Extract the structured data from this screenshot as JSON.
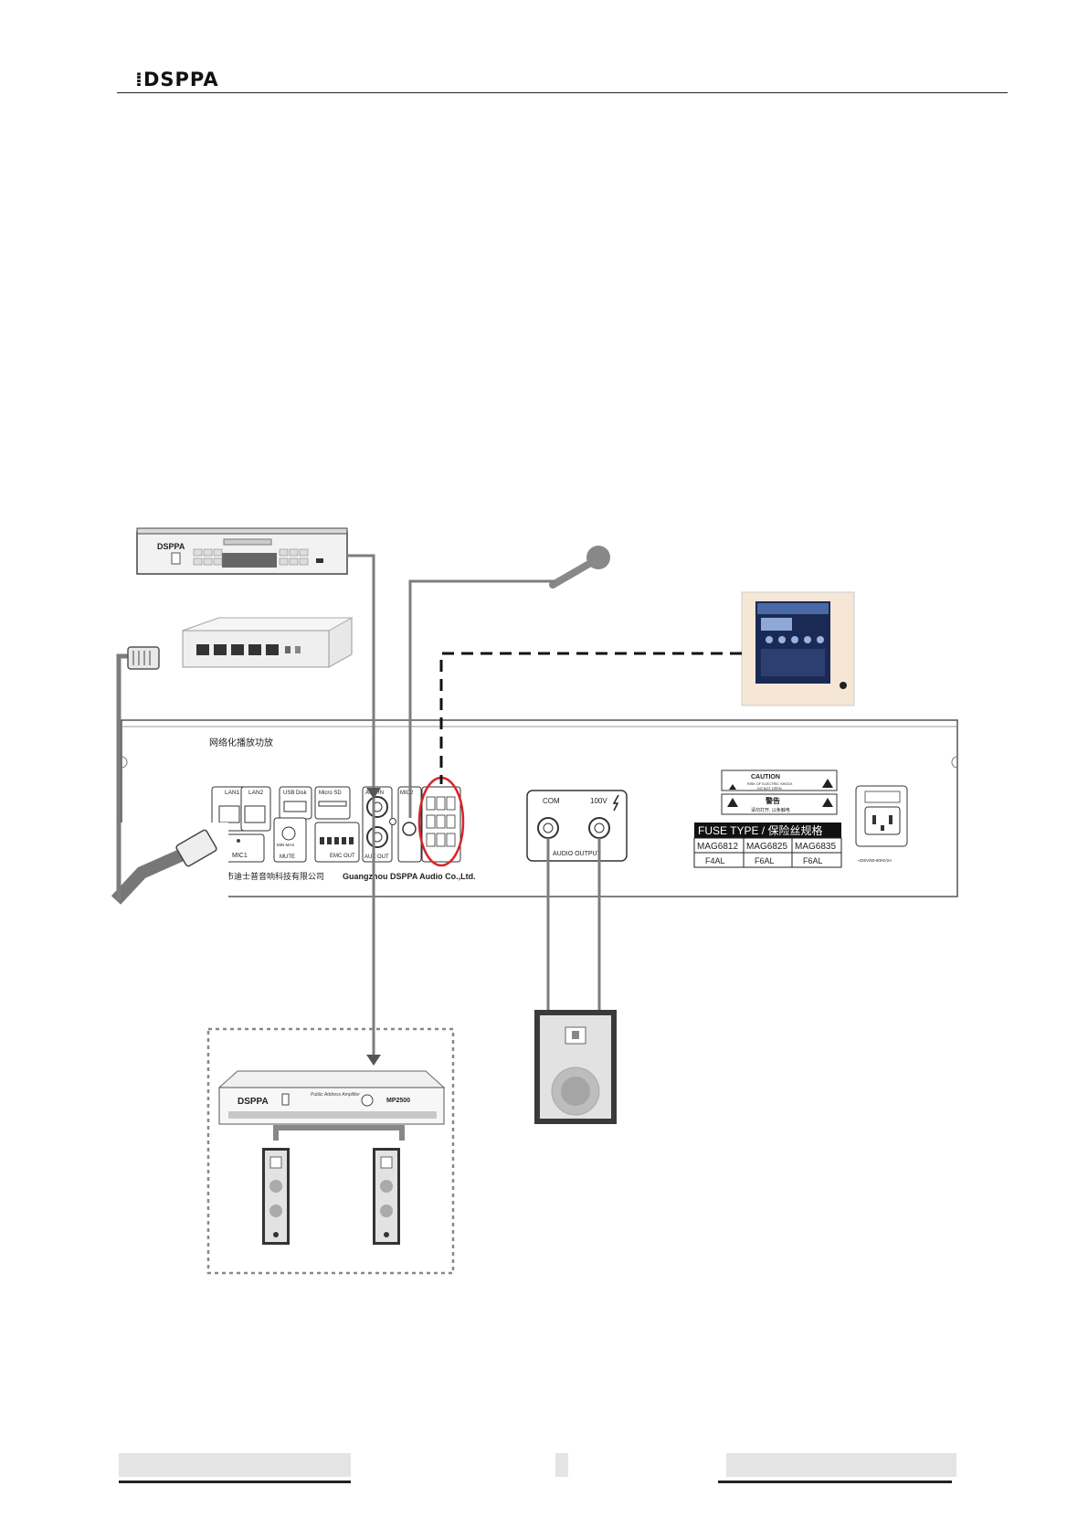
{
  "header": {
    "logo": "DSPPA"
  },
  "panel": {
    "title": "网络化播放功放",
    "lan1": "LAN1",
    "lan2": "LAN2",
    "usb": "USB Disk",
    "micro_sd": "Micro SD",
    "aux_in": "AUX IN",
    "aux_out": "AUX OUT",
    "mic1": "MIC1",
    "mic2": "MIC2",
    "mute": "MUTE",
    "emc_out": "EMC OUT",
    "min_max": "MIN  MAX",
    "company_cn": "市迪士普音响科技有限公司",
    "company_en": "Guangzhou DSPPA Audio Co.,Ltd.",
    "com": "COM",
    "v100": "100V",
    "audio_output": "AUDIO OUTPUT",
    "caution": "CAUTION",
    "caution_sub1": "RISK OF ELECTRIC SHOCK",
    "caution_sub2": "DO NOT OPEN",
    "warning_cn": "警告",
    "warning_cn_sub": "请勿打开, 以免触电",
    "fuse_title": "FUSE TYPE / 保险丝规格",
    "fuse_models": [
      "MAG6812",
      "MAG6825",
      "MAG6835"
    ],
    "fuse_values": [
      "F4AL",
      "F6AL",
      "F6AL"
    ],
    "power_label": "~220V/50-60Hz/2A"
  },
  "devices": {
    "player_brand": "DSPPA",
    "amp_brand": "DSPPA",
    "amp_model": "MP2500",
    "amp_label": "Public Address Amplifier"
  },
  "colors": {
    "cable": "#7d7d7d",
    "highlight": "#d9232a",
    "speaker_frame": "#333333"
  }
}
